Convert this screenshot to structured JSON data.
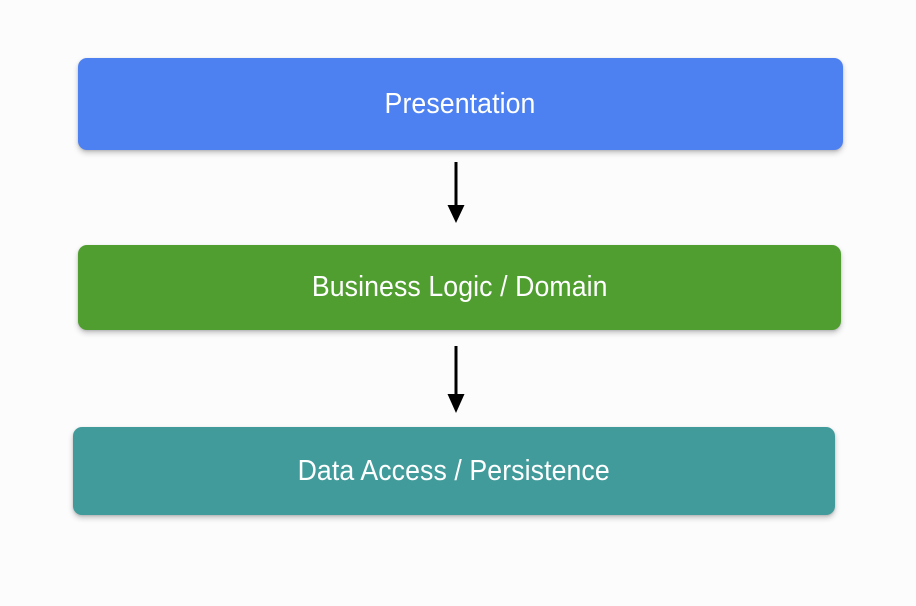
{
  "diagram": {
    "type": "layered-architecture-flow",
    "background_color": "#fcfcfd",
    "layers": [
      {
        "id": "presentation",
        "label": "Presentation",
        "color": "#4d80f0",
        "text_color": "#ffffff"
      },
      {
        "id": "business-logic",
        "label": "Business Logic / Domain",
        "color": "#4f9e2f",
        "text_color": "#ffffff"
      },
      {
        "id": "data-access",
        "label": "Data Access / Persistence",
        "color": "#419b9b",
        "text_color": "#ffffff"
      }
    ],
    "connectors": [
      {
        "id": "presentation-to-business",
        "from": "presentation",
        "to": "business-logic",
        "style": "solid-arrow-down",
        "color": "#000000"
      },
      {
        "id": "business-to-data",
        "from": "business-logic",
        "to": "data-access",
        "style": "solid-arrow-down",
        "color": "#000000"
      }
    ]
  }
}
